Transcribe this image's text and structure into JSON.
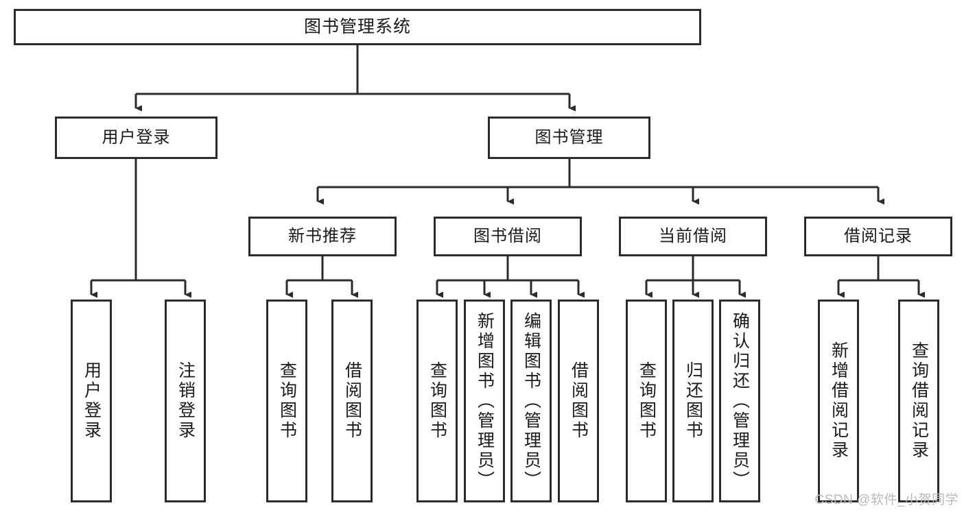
{
  "diagram": {
    "title": "图书管理系统",
    "type": "tree-hierarchy",
    "watermark": "CSDN @软件_小贺同学",
    "colors": {
      "stroke": "#2b2b2b",
      "fill": "#ffffff",
      "text": "#1a1a1a",
      "watermark": "#b9b9b9"
    },
    "nodes": {
      "root": {
        "label": "图书管理系统"
      },
      "level2": [
        {
          "label": "用户登录"
        },
        {
          "label": "图书管理"
        }
      ],
      "level3": [
        {
          "label": "新书推荐"
        },
        {
          "label": "图书借阅"
        },
        {
          "label": "当前借阅"
        },
        {
          "label": "借阅记录"
        }
      ],
      "leaves": {
        "user_login": [
          {
            "label": "用户登录"
          },
          {
            "label": "注销登录"
          }
        ],
        "new_book": [
          {
            "label": "查询图书"
          },
          {
            "label": "借阅图书"
          }
        ],
        "book_borrow": [
          {
            "label": "查询图书"
          },
          {
            "label": "新增图书（管理员）"
          },
          {
            "label": "编辑图书（管理员）"
          },
          {
            "label": "借阅图书"
          }
        ],
        "current_borrow": [
          {
            "label": "查询图书"
          },
          {
            "label": "归还图书"
          },
          {
            "label": "确认归还（管理员）"
          }
        ],
        "borrow_record": [
          {
            "label": "新增借阅记录"
          },
          {
            "label": "查询借阅记录"
          }
        ]
      }
    }
  }
}
